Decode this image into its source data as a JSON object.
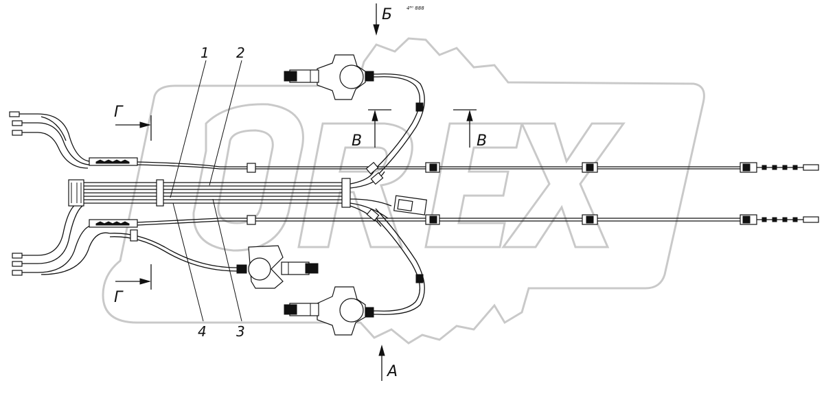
{
  "watermark": {
    "text": "OREX",
    "color": "#c9c9c9"
  },
  "view_labels": {
    "A": "А",
    "B": "Б",
    "V": "В",
    "G": "Г"
  },
  "callouts": [
    "1",
    "2",
    "3",
    "4"
  ],
  "header_mark": "4⁸⁰ 888",
  "colors": {
    "line": "#111111",
    "watermark": "#c9c9c9",
    "background": "#ffffff"
  }
}
